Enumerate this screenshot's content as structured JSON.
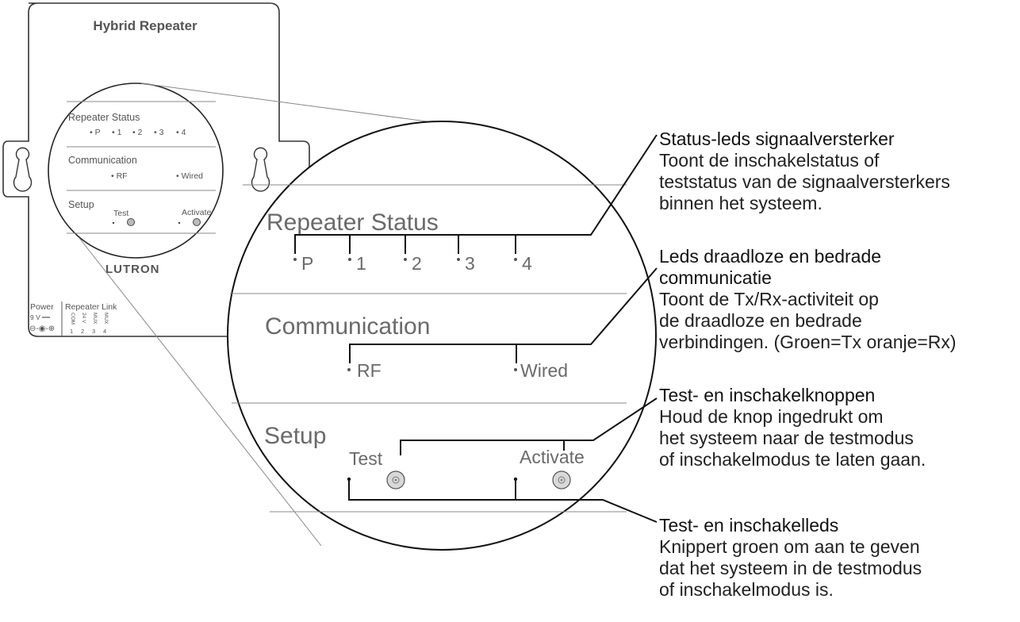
{
  "device": {
    "title": "Hybrid Repeater",
    "brand": "LUTRON",
    "small": {
      "status_label": "Repeater Status",
      "status_leds": [
        "• P",
        "• 1",
        "• 2",
        "• 3",
        "• 4"
      ],
      "comm_label": "Communication",
      "comm_rf": "• RF",
      "comm_wired": "• Wired",
      "setup_label": "Setup",
      "test": "Test",
      "activate": "Activate"
    },
    "power": {
      "label": "Power",
      "voltage": "9 V",
      "polarity": "⊖-◉-⊕"
    },
    "link": {
      "label": "Repeater Link",
      "terminals": [
        "COM",
        "24 V",
        "MUX",
        "MUX"
      ],
      "numbers": [
        "1",
        "2",
        "3",
        "4"
      ]
    }
  },
  "zoom": {
    "status_label": "Repeater Status",
    "status_leds": [
      "P",
      "1",
      "2",
      "3",
      "4"
    ],
    "comm_label": "Communication",
    "rf": "RF",
    "wired": "Wired",
    "setup_label": "Setup",
    "test": "Test",
    "activate": "Activate"
  },
  "callouts": [
    {
      "title": "Status-leds signaalversterker",
      "lines": [
        "Toont de inschakelstatus of",
        "teststatus van de signaalversterkers",
        "binnen het systeem."
      ]
    },
    {
      "title_lines": [
        "Leds draadloze en bedrade",
        "communicatie"
      ],
      "lines": [
        "Toont de Tx/Rx-activiteit op",
        "de draadloze en bedrade",
        "verbindingen. (Groen=Tx oranje=Rx)"
      ]
    },
    {
      "title": "Test- en inschakelknoppen",
      "lines": [
        "Houd de knop ingedrukt om",
        "het systeem naar de testmodus",
        "of inschakelmodus te laten gaan."
      ]
    },
    {
      "title": "Test- en inschakelleds",
      "lines": [
        "Knippert groen om aan te geven",
        "dat het systeem in de testmodus",
        "of inschakelmodus is."
      ]
    }
  ]
}
